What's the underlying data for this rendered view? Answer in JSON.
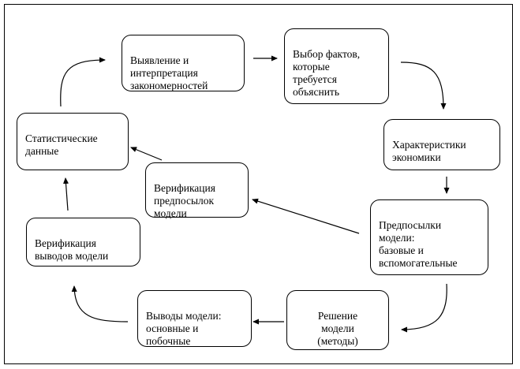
{
  "nodes": {
    "identify": "Выявление и\nинтерпретация\nзакономерностей",
    "select_facts": "Выбор фактов,\nкоторые\nтребуется\nобъяснить",
    "economy": "Характеристики\nэкономики",
    "premises": "Предпосылки\nмодели:\nбазовые и\nвспомогательные",
    "solution": "Решение\nмодели\n(методы)",
    "conclusions": "Выводы модели:\nосновные и\nпобочные",
    "verify_conclusions": "Верификация\nвыводов модели",
    "statistics": "Статистические\nданные",
    "verify_premises": "Верификация\nпредпосылок\nмодели"
  }
}
